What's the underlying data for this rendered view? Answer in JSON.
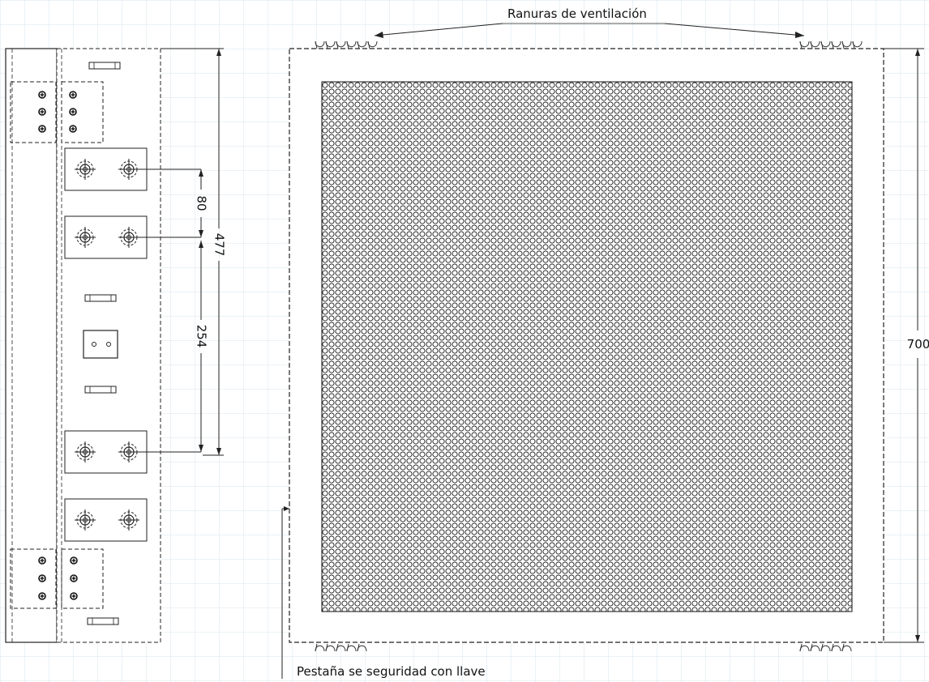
{
  "labels": {
    "vent_slots": "Ranuras de ventilación",
    "safety_tab": "Pestaña se seguridad con llave"
  },
  "dimensions": {
    "hinge_spacing": "80",
    "side_height": "477",
    "mount_spacing": "254",
    "panel_height": "700"
  }
}
